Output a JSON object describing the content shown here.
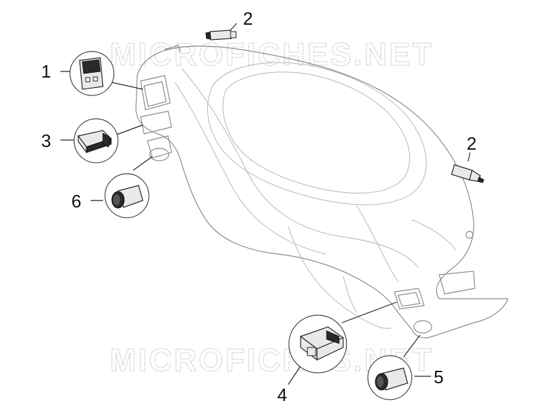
{
  "watermark": {
    "text": "MICROFICHES.NET"
  },
  "callouts": [
    {
      "id": "callout-1",
      "label": "1"
    },
    {
      "id": "callout-2-top",
      "label": "2"
    },
    {
      "id": "callout-2-right",
      "label": "2"
    },
    {
      "id": "callout-3",
      "label": "3"
    },
    {
      "id": "callout-4",
      "label": "4"
    },
    {
      "id": "callout-5",
      "label": "5"
    },
    {
      "id": "callout-6",
      "label": "6"
    }
  ],
  "colors": {
    "outline": "#8a8a8a",
    "leader": "#222222",
    "watermark": "#c9c9c9"
  }
}
